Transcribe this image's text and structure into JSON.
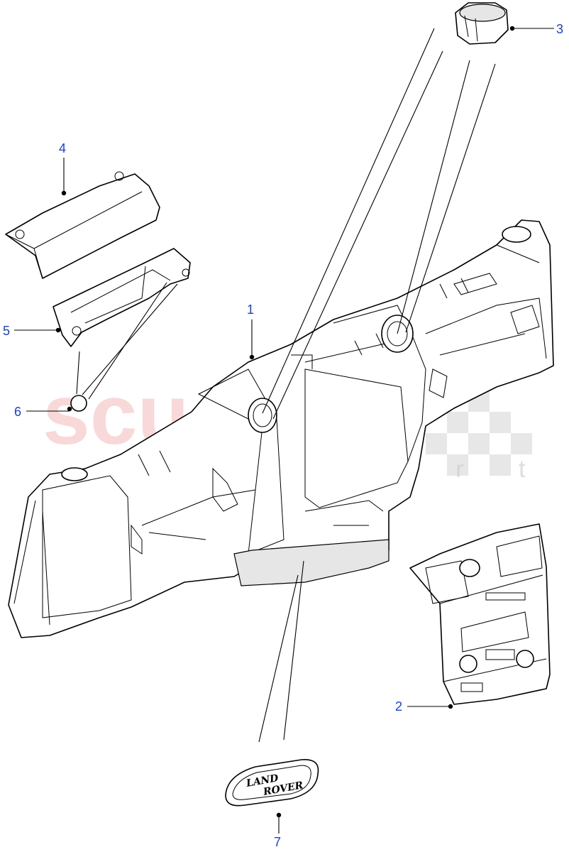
{
  "watermark": {
    "brand": "scuderia",
    "sub": "c a r p a r t s"
  },
  "badge": {
    "line1": "LAND",
    "line2": "ROVER"
  },
  "callouts": [
    {
      "id": "1",
      "label": "1"
    },
    {
      "id": "2",
      "label": "2"
    },
    {
      "id": "3",
      "label": "3"
    },
    {
      "id": "4",
      "label": "4"
    },
    {
      "id": "5",
      "label": "5"
    },
    {
      "id": "6",
      "label": "6"
    },
    {
      "id": "7",
      "label": "7"
    }
  ],
  "colors": {
    "callout": "#1a3fd6",
    "watermark": "#f3b9b9",
    "line": "#000000"
  }
}
